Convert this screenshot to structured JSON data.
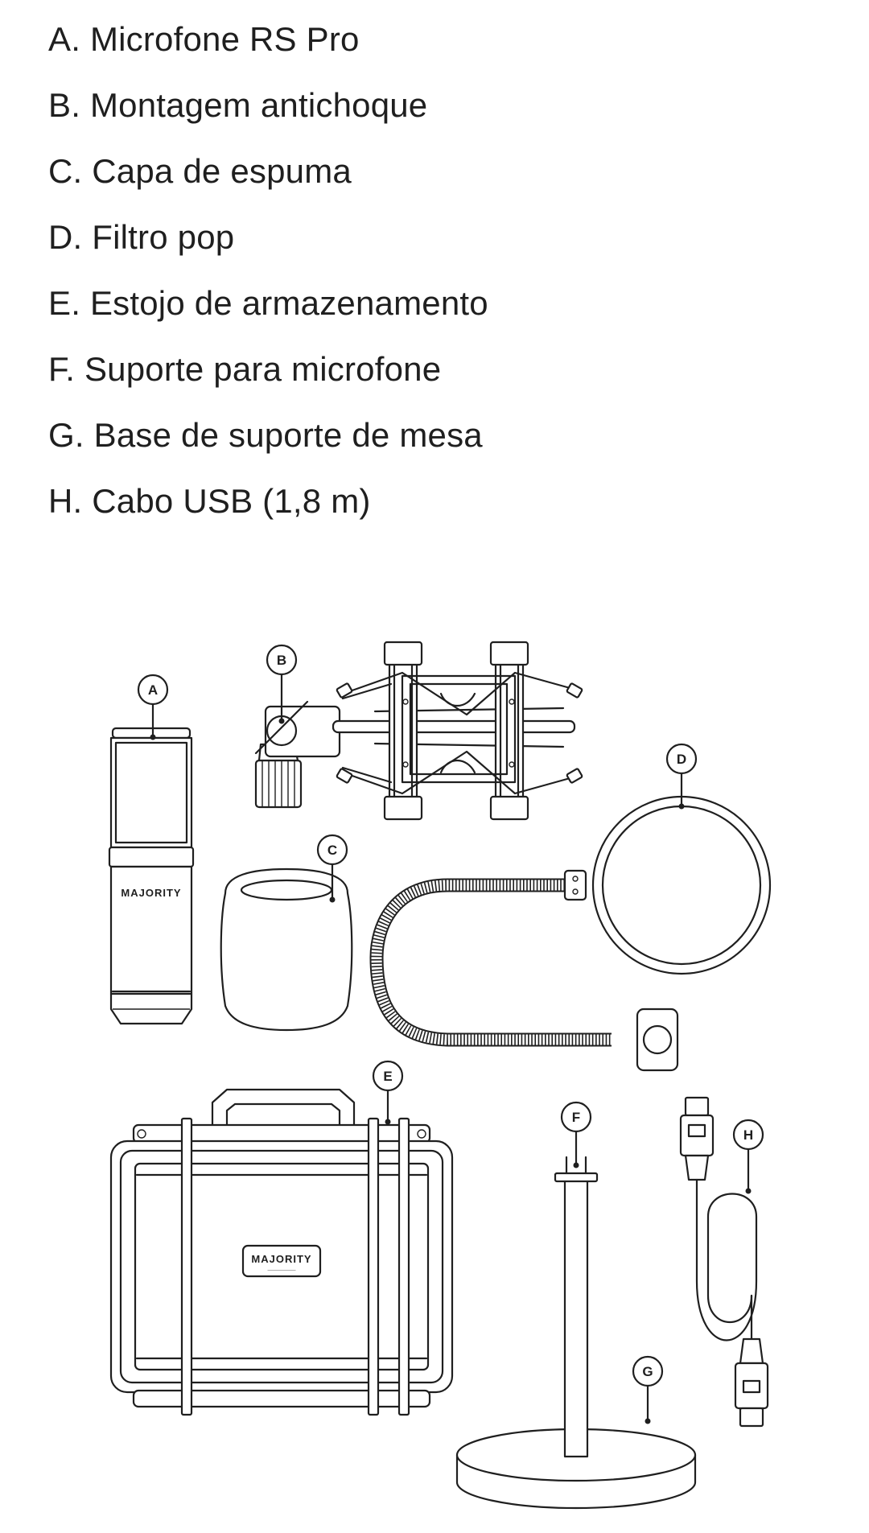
{
  "parts": [
    {
      "letter": "A",
      "label": "A. Microfone RS Pro"
    },
    {
      "letter": "B",
      "label": "B. Montagem antichoque"
    },
    {
      "letter": "C",
      "label": "C. Capa de espuma"
    },
    {
      "letter": "D",
      "label": "D. Filtro pop"
    },
    {
      "letter": "E",
      "label": "E. Estojo de armazenamento"
    },
    {
      "letter": "F",
      "label": "F. Suporte para microfone"
    },
    {
      "letter": "G",
      "label": "G. Base de suporte de mesa"
    },
    {
      "letter": "H",
      "label": "H. Cabo USB (1,8 m)"
    }
  ],
  "callouts": {
    "a": "A",
    "b": "B",
    "c": "C",
    "d": "D",
    "e": "E",
    "f": "F",
    "g": "G",
    "h": "H"
  },
  "brand": {
    "mic_logo": "MAJORITY",
    "case_logo": "MAJORITY",
    "case_sub": "———————"
  },
  "colors": {
    "ink": "#1f1f1f",
    "background": "#ffffff"
  }
}
